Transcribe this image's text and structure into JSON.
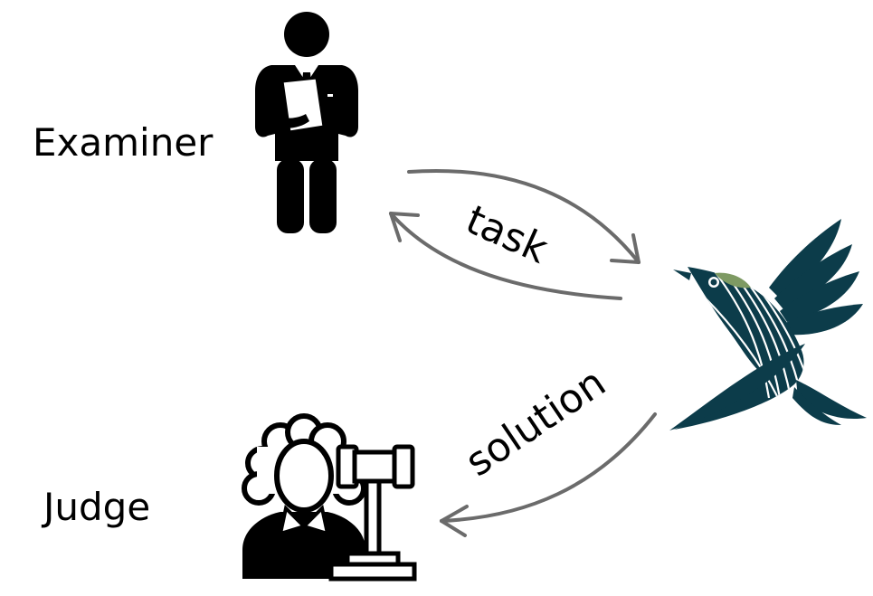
{
  "nodes": {
    "examiner": {
      "label": "Examiner",
      "icon": "examiner-person-icon"
    },
    "judge": {
      "label": "Judge",
      "icon": "judge-with-gavel-icon"
    },
    "bird": {
      "icon": "bird-icon"
    }
  },
  "edges": {
    "task": {
      "label": "task",
      "from": "examiner",
      "to": "bird",
      "bidirectional": true
    },
    "solution": {
      "label": "solution",
      "from": "bird",
      "to": "judge"
    }
  },
  "colors": {
    "arrow": "#6b6b6b",
    "figure": "#000000",
    "bird_dark": "#0c3c4a",
    "bird_accent": "#7e9a63"
  }
}
